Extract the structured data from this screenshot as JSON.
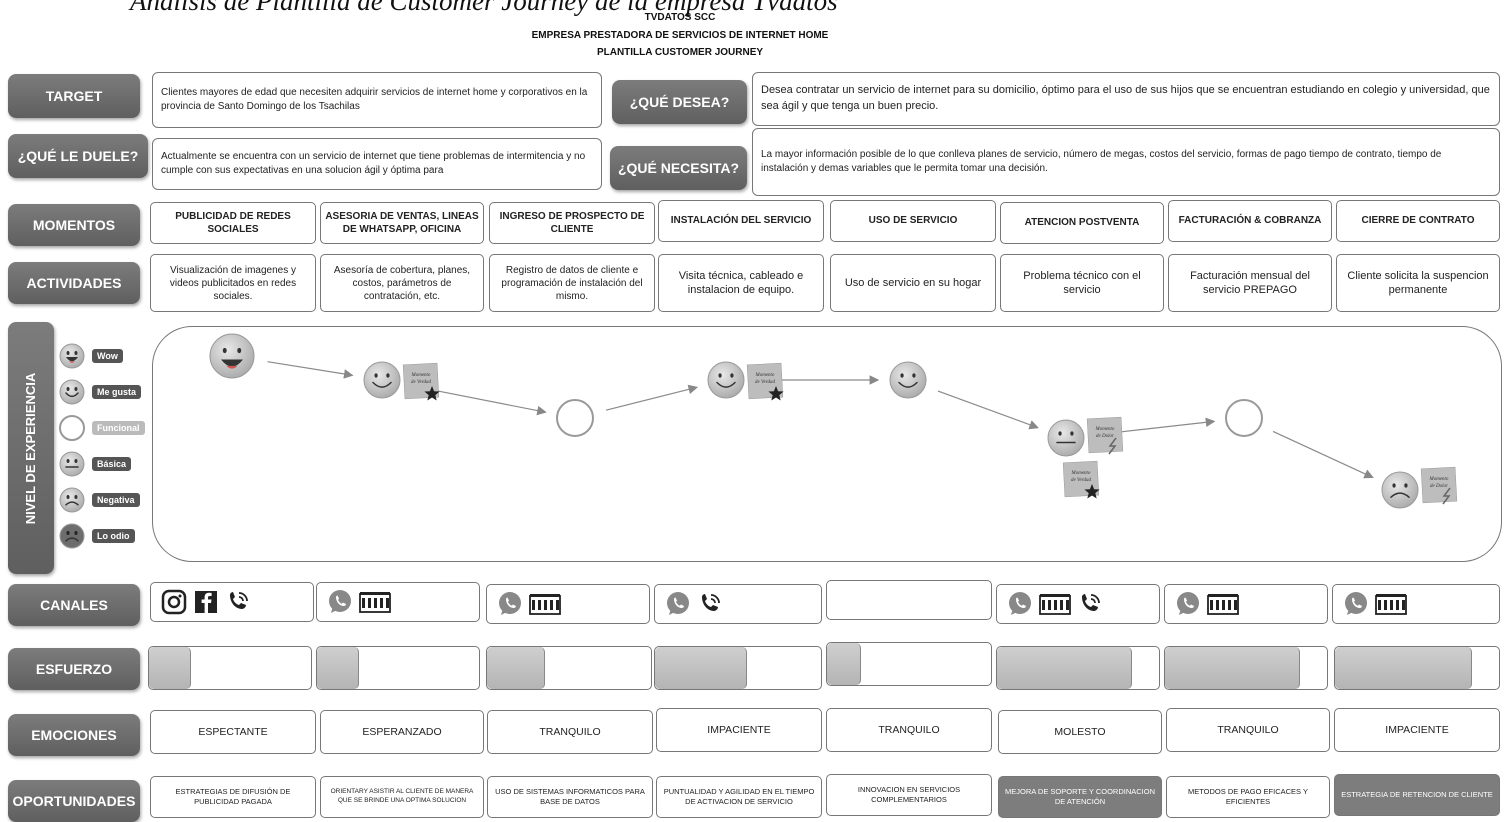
{
  "header": {
    "title": "Analisis de Plantilla de Customer Journey de la empresa Tvdatos",
    "company": "TVDATOS SCC",
    "subtitle": "EMPRESA PRESTADORA DE SERVICIOS DE INTERNET HOME",
    "template": "PLANTILLA CUSTOMER JOURNEY"
  },
  "profile": {
    "target_label": "TARGET",
    "target_text": "Clientes mayores de edad que necesiten adquirir servicios de internet home y corporativos en la provincia de Santo Domingo de los Tsachilas",
    "pain_label": "¿QUÉ LE DUELE?",
    "pain_text": "Actualmente se encuentra con un servicio de internet que tiene problemas de intermitencia y no cumple con sus expectativas en una solucion ágil y óptima para",
    "wants_label": "¿QUÉ DESEA?",
    "wants_text": "Desea contratar un servicio de internet para su domicilio, óptimo para el uso de sus hijos que se encuentran estudiando en colegio y universidad, que sea ágil y que tenga un buen precio.",
    "needs_label": "¿QUÉ NECESITA?",
    "needs_text": "La mayor información posible de lo que conlleva planes de servicio, número de megas, costos del servicio, formas de pago tiempo de contrato, tiempo de instalación y demas variables que le permita tomar una decisión."
  },
  "row_labels": {
    "momentos": "MOMENTOS",
    "actividades": "ACTIVIDADES",
    "experiencia": "NIVEL DE EXPERIENCIA",
    "canales": "CANALES",
    "esfuerzo": "ESFUERZO",
    "emociones": "EMOCIONES",
    "oportunidades": "OPORTUNIDADES"
  },
  "momentos": [
    "PUBLICIDAD DE REDES SOCIALES",
    "ASESORIA DE VENTAS, LINEAS DE WHATSAPP, OFICINA",
    "INGRESO DE PROSPECTO DE CLIENTE",
    "INSTALACIÓN DEL SERVICIO",
    "USO DE SERVICIO",
    "ATENCION POSTVENTA",
    "FACTURACIÓN & COBRANZA",
    "CIERRE DE CONTRATO"
  ],
  "actividades": [
    "Visualización de imagenes y videos publicitados en redes sociales.",
    "Asesoría de cobertura, planes, costos, parámetros de contratación, etc.",
    "Registro de datos de cliente e programación de instalación del mismo.",
    "Visita técnica, cableado e instalacion de equipo.",
    "Uso de servicio en su hogar",
    "Problema técnico con el servicio",
    "Facturación mensual del servicio PREPAGO",
    "Cliente solicita la suspencion permanente"
  ],
  "experience_legend": [
    "Wow",
    "Me gusta",
    "Funcional",
    "Básica",
    "Negativa",
    "Lo odio"
  ],
  "experience_levels": [
    "Wow",
    "Me gusta",
    "Funcional",
    "Me gusta",
    "Me gusta",
    "Básica",
    "Funcional",
    "Negativa"
  ],
  "notes": {
    "verdad": "Momento de Verdad",
    "dolor": "Momento de Dolor"
  },
  "canales": [
    [
      "instagram-icon",
      "facebook-icon",
      "phone-icon"
    ],
    [
      "whatsapp-icon",
      "office-icon"
    ],
    [
      "whatsapp-icon",
      "office-icon"
    ],
    [
      "whatsapp-icon",
      "phone-icon"
    ],
    [],
    [
      "whatsapp-icon",
      "office-icon",
      "phone-icon"
    ],
    [
      "whatsapp-icon",
      "office-icon"
    ],
    [
      "whatsapp-icon",
      "office-icon"
    ]
  ],
  "esfuerzo": [
    0.25,
    0.25,
    0.35,
    0.55,
    0.2,
    0.83,
    0.83,
    0.83
  ],
  "emociones": [
    "ESPECTANTE",
    "ESPERANZADO",
    "TRANQUILO",
    "IMPACIENTE",
    "TRANQUILO",
    "MOLESTO",
    "TRANQUILO",
    "IMPACIENTE"
  ],
  "oportunidades": [
    "ESTRATEGIAS DE DIFUSIÓN DE PUBLICIDAD PAGADA",
    "ORIENTARY ASISTIR AL CLIENTE DE MANERA QUE SE BRINDE UNA OPTIMA SOLUCION",
    "USO DE SISTEMAS INFORMATICOS PARA BASE DE DATOS",
    "PUNTUALIDAD Y AGILIDAD EN EL TIEMPO DE ACTIVACION DE SERVICIO",
    "INNOVACION EN SERVICIOS COMPLEMENTARIOS",
    "MEJORA DE SOPORTE Y COORDINACION DE ATENCIÓN",
    "METODOS DE PAGO EFICACES Y EFICIENTES",
    "ESTRATEGIA DE RETENCION DE CLIENTE"
  ],
  "colors": {
    "label_bg": "#6b6b6b",
    "highlight_cell": "#7d7d7d"
  }
}
